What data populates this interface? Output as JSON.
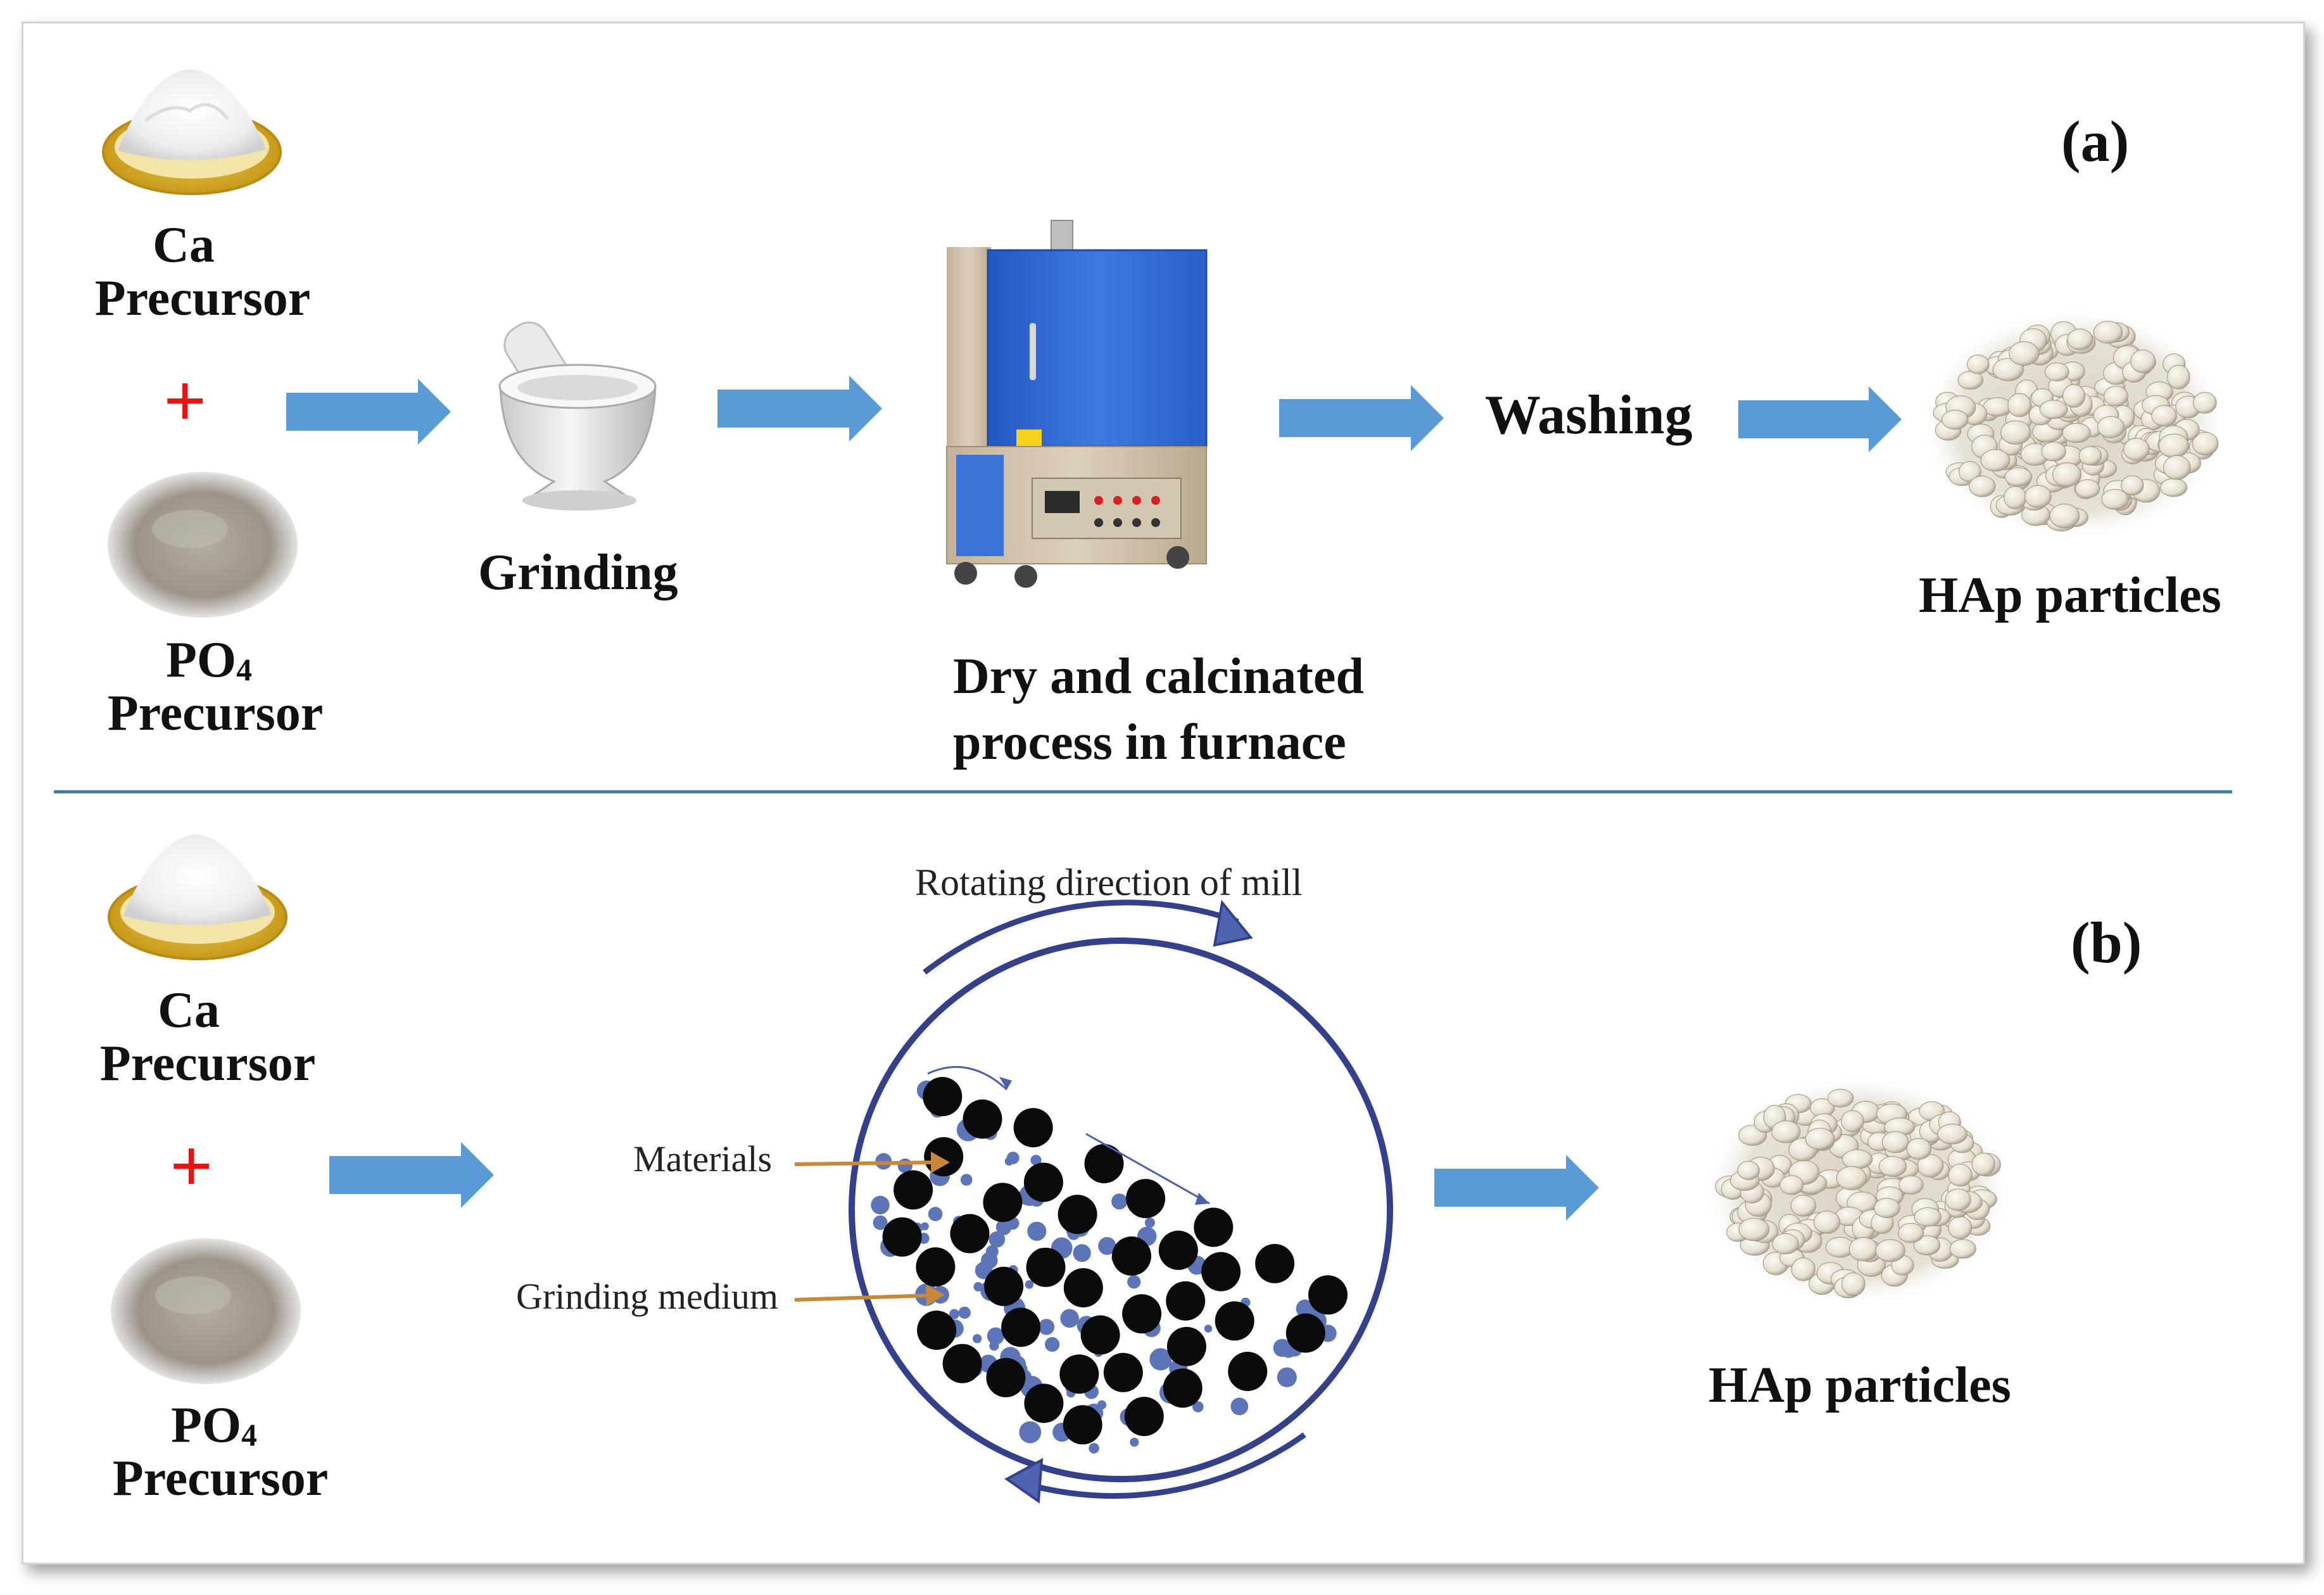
{
  "panel_a": {
    "label": "(a)",
    "ca_line1": "Ca",
    "ca_line2": "Precursor",
    "plus": "+",
    "po_main": "PO",
    "po_sub": "4",
    "po_line2": "Precursor",
    "step_grinding": "Grinding",
    "step_furnace_line1": "Dry and calcinated",
    "step_furnace_line2": "process in furnace",
    "step_washing": "Washing",
    "product": "HAp particles"
  },
  "panel_b": {
    "label": "(b)",
    "ca_line1": "Ca",
    "ca_line2": "Precursor",
    "plus": "+",
    "po_main": "PO",
    "po_sub": "4",
    "po_line2": "Precursor",
    "mill_rotation": "Rotating direction of mill",
    "mill_materials": "Materials",
    "mill_medium": "Grinding medium",
    "product": "HAp particles"
  },
  "colors": {
    "arrow": "#5b9bd5",
    "plus": "#ee1111",
    "mill_ring": "#34408a",
    "ball": "#0b0b0b",
    "material": "#5d74b8",
    "pointer": "#c8883a",
    "divider": "#3f7c9c",
    "furnace_door": "#2f67d4"
  }
}
